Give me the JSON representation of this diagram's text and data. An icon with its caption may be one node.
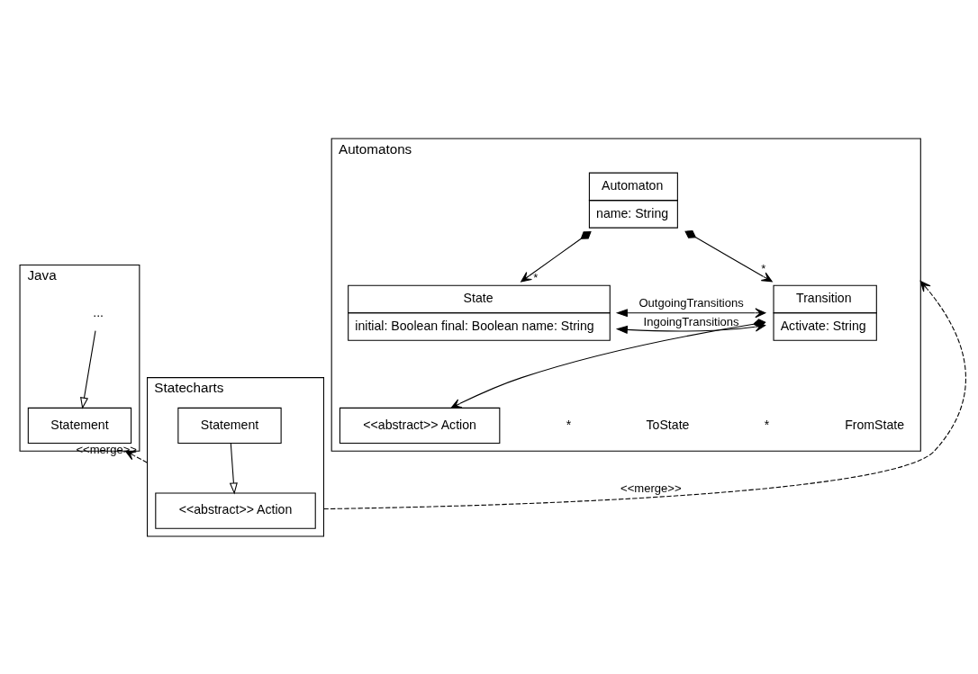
{
  "diagram": {
    "nodes": [
      {
        "text": [
          "Automatons"
        ]
      },
      {
        "text": [
          "Automaton",
          "name: String"
        ],
        "in": 0
      },
      {
        "text": [
          "State",
          "initial: Boolean final: Boolean name: String"
        ],
        "in": 0
      },
      {
        "text": [
          "Transition",
          "Activate: String"
        ],
        "in": 0
      },
      {
        "text": [
          "<<abstract>> Action"
        ],
        "in": 0
      },
      {
        "text": [
          "Java"
        ]
      },
      {
        "text": [
          "Statement"
        ],
        "in": 5
      },
      {
        "text": [
          "..."
        ],
        "in": 5
      },
      {
        "text": [
          "Statecharts"
        ]
      },
      {
        "text": [
          "<<abstract>> Action"
        ],
        "in": 8
      },
      {
        "text": [
          "Statement"
        ],
        "in": 8
      }
    ],
    "edges": [
      {
        "from": 1,
        "to": 2,
        "arrow": "to",
        "label": "*"
      },
      {
        "from": 1,
        "to": 3,
        "arrow": "to",
        "label": "*"
      },
      {
        "from": 2,
        "to": 3,
        "arrow": "both",
        "label": "OutgoingTransitions"
      },
      {
        "from": 2,
        "to": 3,
        "arrow": "both",
        "label": "IngoingTransitions"
      },
      {
        "from": 3,
        "to": 4,
        "arrow": "to"
      },
      {
        "from": 7,
        "to": 6,
        "arrow": "to"
      },
      {
        "from": 10,
        "to": 9,
        "arrow": "to"
      },
      {
        "from": 8,
        "to": 0,
        "arrow": "to",
        "style": "dashed",
        "label": "<<merge>>"
      },
      {
        "from": 8,
        "to": 5,
        "arrow": "to",
        "style": "dashed",
        "label": "<<merge>>"
      }
    ],
    "labels": [
      "FromState",
      "*",
      "ToState",
      "*"
    ]
  }
}
